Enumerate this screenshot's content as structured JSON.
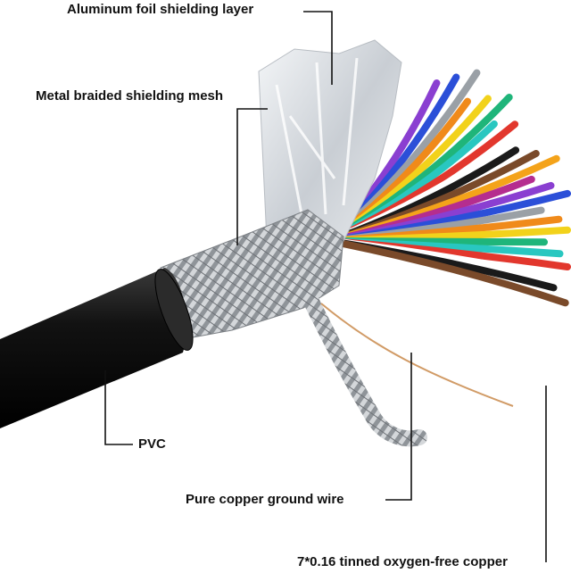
{
  "labels": {
    "foil": "Aluminum foil shielding layer",
    "braid": "Metal braided shielding mesh",
    "pvc": "PVC",
    "ground": "Pure copper ground wire",
    "conductor": "7*0.16 tinned oxygen-free copper"
  },
  "colors": {
    "jacket": "#0d0d0d",
    "leader_line": "#111111",
    "foil": "#d9dde2",
    "braid": "#b5b9be",
    "copper": "#c98a4b",
    "wire_colors": [
      "#8a3fd1",
      "#2b4fd8",
      "#9aa0a6",
      "#f08a1a",
      "#f2d21b",
      "#1fb57a",
      "#29c7c0",
      "#e2372d",
      "#ffffff",
      "#1a1a1a",
      "#7a4a2a",
      "#f4a31a",
      "#b52d8f"
    ]
  }
}
